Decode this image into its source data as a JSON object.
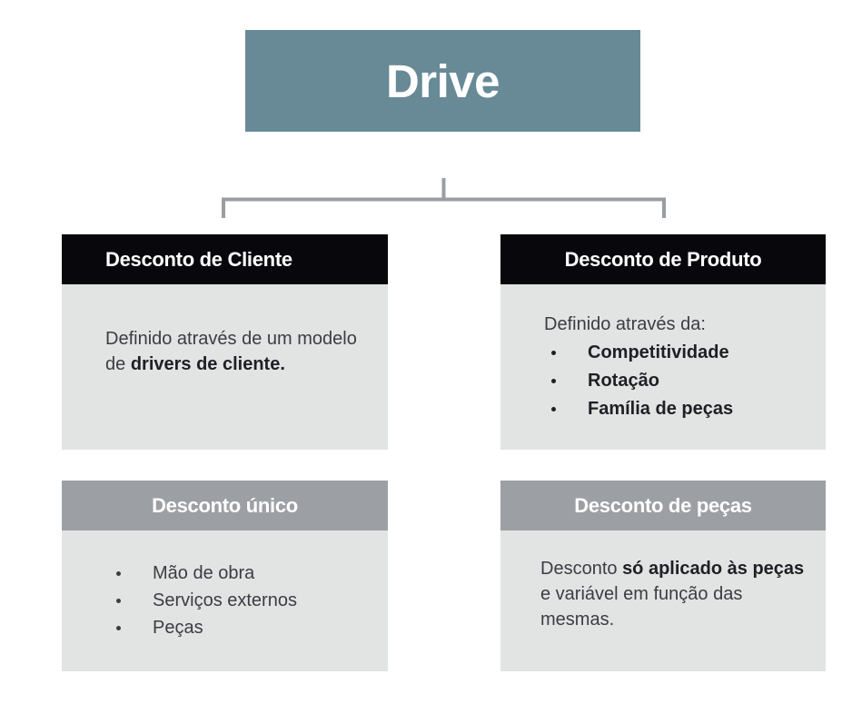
{
  "diagram": {
    "root": {
      "label": "Drive",
      "color": "#688a97",
      "text_color": "#ffffff"
    },
    "connector_color": "#9a9da1",
    "cards": [
      {
        "id": "desconto-de-cliente",
        "title": "Desconto de Cliente",
        "header_color": "#07070c",
        "body_color": "#e2e4e4",
        "body_kind": "paragraph",
        "paragraph": {
          "part1": "Definido através de um modelo de ",
          "bold": "drivers de cliente."
        }
      },
      {
        "id": "desconto-de-produto",
        "title": "Desconto de Produto",
        "header_color": "#07070c",
        "body_color": "#e2e4e4",
        "body_kind": "bullets",
        "lead": "Definido através da:",
        "bullets": [
          "Competitividade",
          "Rotação",
          "Família de peças"
        ]
      },
      {
        "id": "desconto-unico",
        "title": "Desconto único",
        "header_color": "#9ca0a5",
        "body_color": "#e2e4e4",
        "body_kind": "bullets",
        "lead": "",
        "bullets": [
          "Mão de obra",
          "Serviços externos",
          "Peças"
        ]
      },
      {
        "id": "desconto-de-pecas",
        "title": "Desconto de peças",
        "header_color": "#9ca0a5",
        "body_color": "#e2e4e4",
        "body_kind": "paragraph",
        "paragraph": {
          "part1": "Desconto ",
          "bold": "só aplicado às peças",
          "part2": " e variável em função das mesmas."
        }
      }
    ]
  }
}
